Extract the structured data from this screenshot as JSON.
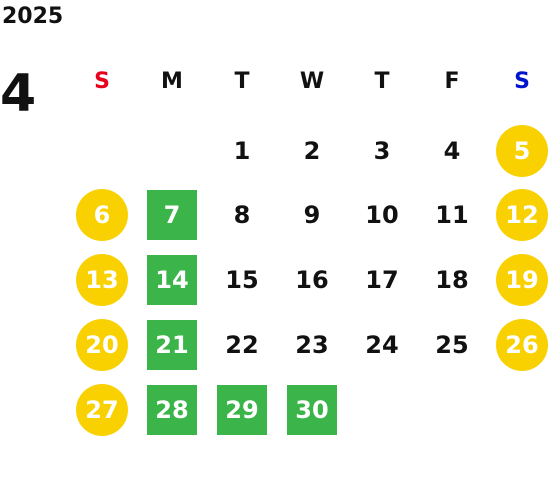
{
  "calendar": {
    "year": "2025",
    "month": "4",
    "weekdays": [
      {
        "label": "S",
        "color": "#e8001c"
      },
      {
        "label": "M",
        "color": "#111111"
      },
      {
        "label": "T",
        "color": "#111111"
      },
      {
        "label": "W",
        "color": "#111111"
      },
      {
        "label": "T",
        "color": "#111111"
      },
      {
        "label": "F",
        "color": "#111111"
      },
      {
        "label": "S",
        "color": "#0014cc"
      }
    ],
    "weeks": [
      [
        null,
        null,
        {
          "day": "1"
        },
        {
          "day": "2"
        },
        {
          "day": "3"
        },
        {
          "day": "4"
        },
        {
          "day": "5",
          "style": "sat"
        }
      ],
      [
        {
          "day": "6",
          "style": "sun"
        },
        {
          "day": "7",
          "style": "hl"
        },
        {
          "day": "8"
        },
        {
          "day": "9"
        },
        {
          "day": "10"
        },
        {
          "day": "11"
        },
        {
          "day": "12",
          "style": "sat"
        }
      ],
      [
        {
          "day": "13",
          "style": "sun"
        },
        {
          "day": "14",
          "style": "hl"
        },
        {
          "day": "15"
        },
        {
          "day": "16"
        },
        {
          "day": "17"
        },
        {
          "day": "18"
        },
        {
          "day": "19",
          "style": "sat"
        }
      ],
      [
        {
          "day": "20",
          "style": "sun"
        },
        {
          "day": "21",
          "style": "hl"
        },
        {
          "day": "22"
        },
        {
          "day": "23"
        },
        {
          "day": "24"
        },
        {
          "day": "25"
        },
        {
          "day": "26",
          "style": "sat"
        }
      ],
      [
        {
          "day": "27",
          "style": "sun"
        },
        {
          "day": "28",
          "style": "hl"
        },
        {
          "day": "29",
          "style": "hl"
        },
        {
          "day": "30",
          "style": "hl"
        },
        null,
        null,
        null
      ]
    ],
    "colors": {
      "weekend_circle": "#f9d100",
      "highlight_square": "#3bb54a"
    }
  }
}
